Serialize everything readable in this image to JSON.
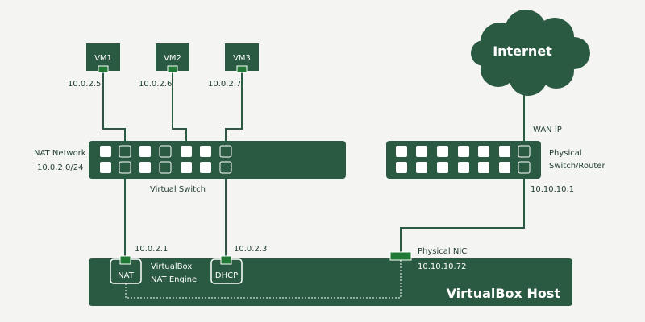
{
  "colors": {
    "dark": "#2b5a42",
    "port": "#1f7a35",
    "link": "#2b5a42",
    "text": "#1f3d2c"
  },
  "vms": [
    {
      "name": "VM1",
      "ip": "10.0.2.5"
    },
    {
      "name": "VM2",
      "ip": "10.0.2.6"
    },
    {
      "name": "VM3",
      "ip": "10.0.2.7"
    }
  ],
  "nat_network": {
    "title": "NAT Network",
    "subnet": "10.0.2.0/24",
    "switch_label": "Virtual Switch"
  },
  "physical_switch": {
    "line1": "Physical",
    "line2": "Switch/Router",
    "wan_label": "WAN IP",
    "lan_ip": "10.10.10.1"
  },
  "internet": {
    "label": "Internet"
  },
  "host": {
    "title": "VirtualBox Host",
    "nat_box": "NAT",
    "dhcp_box": "DHCP",
    "nat_ip": "10.0.2.1",
    "dhcp_ip": "10.0.2.3",
    "engine_line1": "VirtualBox",
    "engine_line2": "NAT Engine",
    "nic_label": "Physical NIC",
    "nic_ip": "10.10.10.72"
  }
}
